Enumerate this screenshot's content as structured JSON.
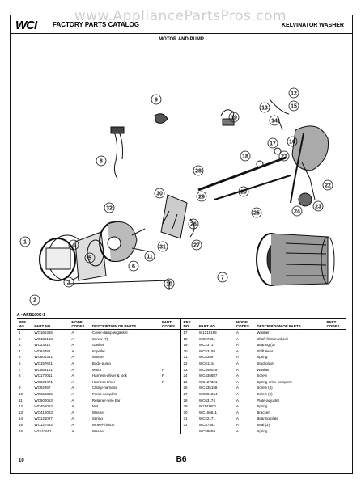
{
  "watermark": "www.AppliancePartsPros.com",
  "header": {
    "logo": "WCI",
    "catalog_title": "FACTORY PARTS CATALOG",
    "brand_title": "KELVINATOR WASHER"
  },
  "section_title": "MOTOR AND PUMP",
  "part_ref": "A - ARB100C-1",
  "callouts": [
    "1",
    "2",
    "3",
    "4",
    "5",
    "6",
    "7",
    "8",
    "9",
    "10",
    "11",
    "12",
    "13",
    "14",
    "15",
    "16",
    "17",
    "18",
    "19",
    "20",
    "21",
    "22",
    "23",
    "24",
    "25",
    "26",
    "27",
    "28",
    "29",
    "30",
    "31",
    "32"
  ],
  "table": {
    "headers": {
      "ref_no": "REF NO",
      "part_no": "PART NO",
      "model_codes": "MODEL CODES",
      "description": "DESCRIPTION OF PARTS",
      "part_codes": "PART CODES"
    },
    "rows": [
      {
        "l": [
          "1",
          "WC165315",
          "A",
          "Cover-damp w/gasket",
          ""
        ],
        "r": [
          "17",
          "W1218198",
          "A",
          "Washer",
          ""
        ]
      },
      {
        "l": [
          "2",
          "WC435158",
          "A",
          "Screw (7)",
          ""
        ],
        "r": [
          "18",
          "WC57481",
          "A",
          "Shaft-friction wheel",
          ""
        ]
      },
      {
        "l": [
          "3",
          "WC23312",
          "A",
          "Gasket",
          ""
        ],
        "r": [
          "19",
          "WC2371",
          "A",
          "Bearing (2)",
          ""
        ]
      },
      {
        "l": [
          "4",
          "WC84485",
          "A",
          "Impeller",
          ""
        ],
        "r": [
          "20",
          "WC53158",
          "A",
          "Shift lever",
          ""
        ]
      },
      {
        "l": [
          "5",
          "WC804341",
          "A",
          "Washer",
          ""
        ],
        "r": [
          "21",
          "WC5359",
          "A",
          "Spring",
          ""
        ]
      },
      {
        "l": [
          "6",
          "WC157621",
          "A",
          "Body-pump",
          ""
        ],
        "r": [
          "22",
          "WC61144",
          "A",
          "Stud-pivot",
          ""
        ]
      },
      {
        "l": [
          "7",
          "WC563161",
          "A",
          "Motor",
          "F"
        ],
        "r": [
          "23",
          "WC440025",
          "A",
          "Washer",
          ""
        ]
      },
      {
        "l": [
          "8",
          "WC170011",
          "A",
          "Harness-driver & lock",
          "F"
        ],
        "r": [
          "24",
          "WC435887",
          "A",
          "Screw",
          ""
        ]
      },
      {
        "l": [
          "",
          "WC603471",
          "A",
          "Harness-timer",
          "F"
        ],
        "r": [
          "25",
          "WC127321",
          "A",
          "Spring-drive complete",
          ""
        ]
      },
      {
        "l": [
          "9",
          "WC92267",
          "A",
          "Clamp-harness",
          ""
        ],
        "r": [
          "26",
          "WC435158",
          "A",
          "Screw (3)",
          ""
        ]
      },
      {
        "l": [
          "10",
          "WC155315",
          "A",
          "Pump complete",
          ""
        ],
        "r": [
          "27",
          "WC801264",
          "A",
          "Screw (2)",
          ""
        ]
      },
      {
        "l": [
          "11",
          "WC500063",
          "A",
          "Retainer-wire bar",
          ""
        ],
        "r": [
          "28",
          "WC63174",
          "A",
          "Plate-adjuster",
          ""
        ]
      },
      {
        "l": [
          "12",
          "WC451082",
          "A",
          "Nut",
          ""
        ],
        "r": [
          "29",
          "W1147601",
          "A",
          "Spring",
          ""
        ]
      },
      {
        "l": [
          "13",
          "WC410083",
          "A",
          "Washer",
          ""
        ],
        "r": [
          "30",
          "WC156611",
          "A",
          "Bracket",
          ""
        ]
      },
      {
        "l": [
          "14",
          "WC121027",
          "A",
          "Spring",
          ""
        ],
        "r": [
          "31",
          "WC22171",
          "A",
          "Bearing plate",
          ""
        ]
      },
      {
        "l": [
          "15",
          "WC127492",
          "A",
          "Wheel-friction",
          ""
        ],
        "r": [
          "32",
          "WC87451",
          "A",
          "Seal (2)",
          ""
        ]
      },
      {
        "l": [
          "16",
          "W1147651",
          "A",
          "Washer",
          ""
        ],
        "r": [
          "",
          "WC59559",
          "A",
          "Spring",
          ""
        ]
      }
    ]
  },
  "page_number": "10",
  "page_code": "B6"
}
